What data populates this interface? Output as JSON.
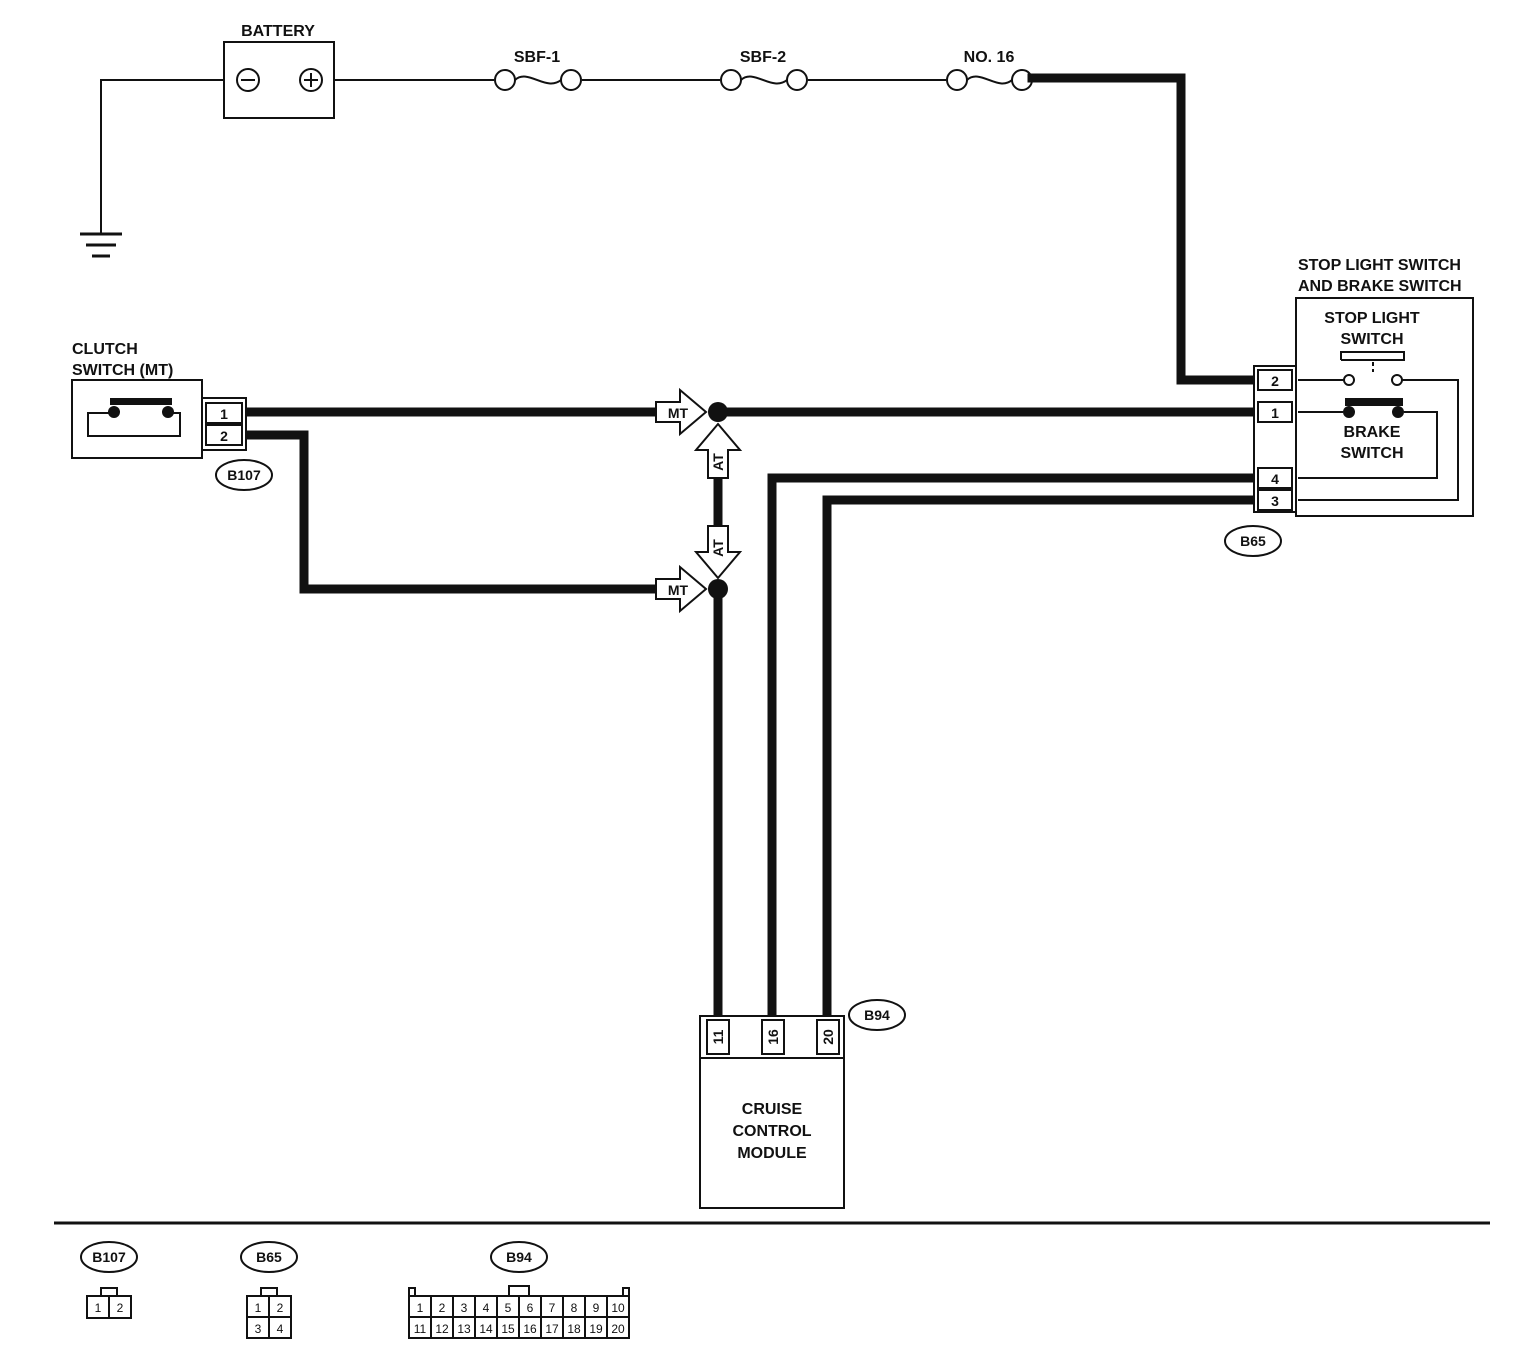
{
  "components": {
    "battery": "BATTERY",
    "fuses": [
      "SBF-1",
      "SBF-2",
      "NO. 16"
    ],
    "clutch_switch": [
      "CLUTCH",
      "SWITCH (MT)"
    ],
    "stop_brake_switch": [
      "STOP LIGHT SWITCH",
      "AND BRAKE SWITCH"
    ],
    "stop_light_switch": [
      "STOP LIGHT",
      "SWITCH"
    ],
    "brake_switch": [
      "BRAKE",
      "SWITCH"
    ],
    "cruise_module": [
      "CRUISE",
      "CONTROL",
      "MODULE"
    ]
  },
  "connectors": {
    "b107": {
      "id": "B107",
      "pins": [
        "1",
        "2"
      ]
    },
    "b65": {
      "id": "B65",
      "pins": [
        "2",
        "1",
        "4",
        "3"
      ]
    },
    "b94": {
      "id": "B94",
      "pins": [
        "11",
        "16",
        "20"
      ]
    }
  },
  "markers": {
    "mt": "MT",
    "at": "AT"
  },
  "legend": {
    "b107": {
      "id": "B107",
      "rows": [
        [
          "1",
          "2"
        ]
      ]
    },
    "b65": {
      "id": "B65",
      "rows": [
        [
          "1",
          "2"
        ],
        [
          "3",
          "4"
        ]
      ]
    },
    "b94": {
      "id": "B94",
      "rows": [
        [
          "1",
          "2",
          "3",
          "4",
          "5",
          "6",
          "7",
          "8",
          "9",
          "10"
        ],
        [
          "11",
          "12",
          "13",
          "14",
          "15",
          "16",
          "17",
          "18",
          "19",
          "20"
        ]
      ]
    }
  }
}
